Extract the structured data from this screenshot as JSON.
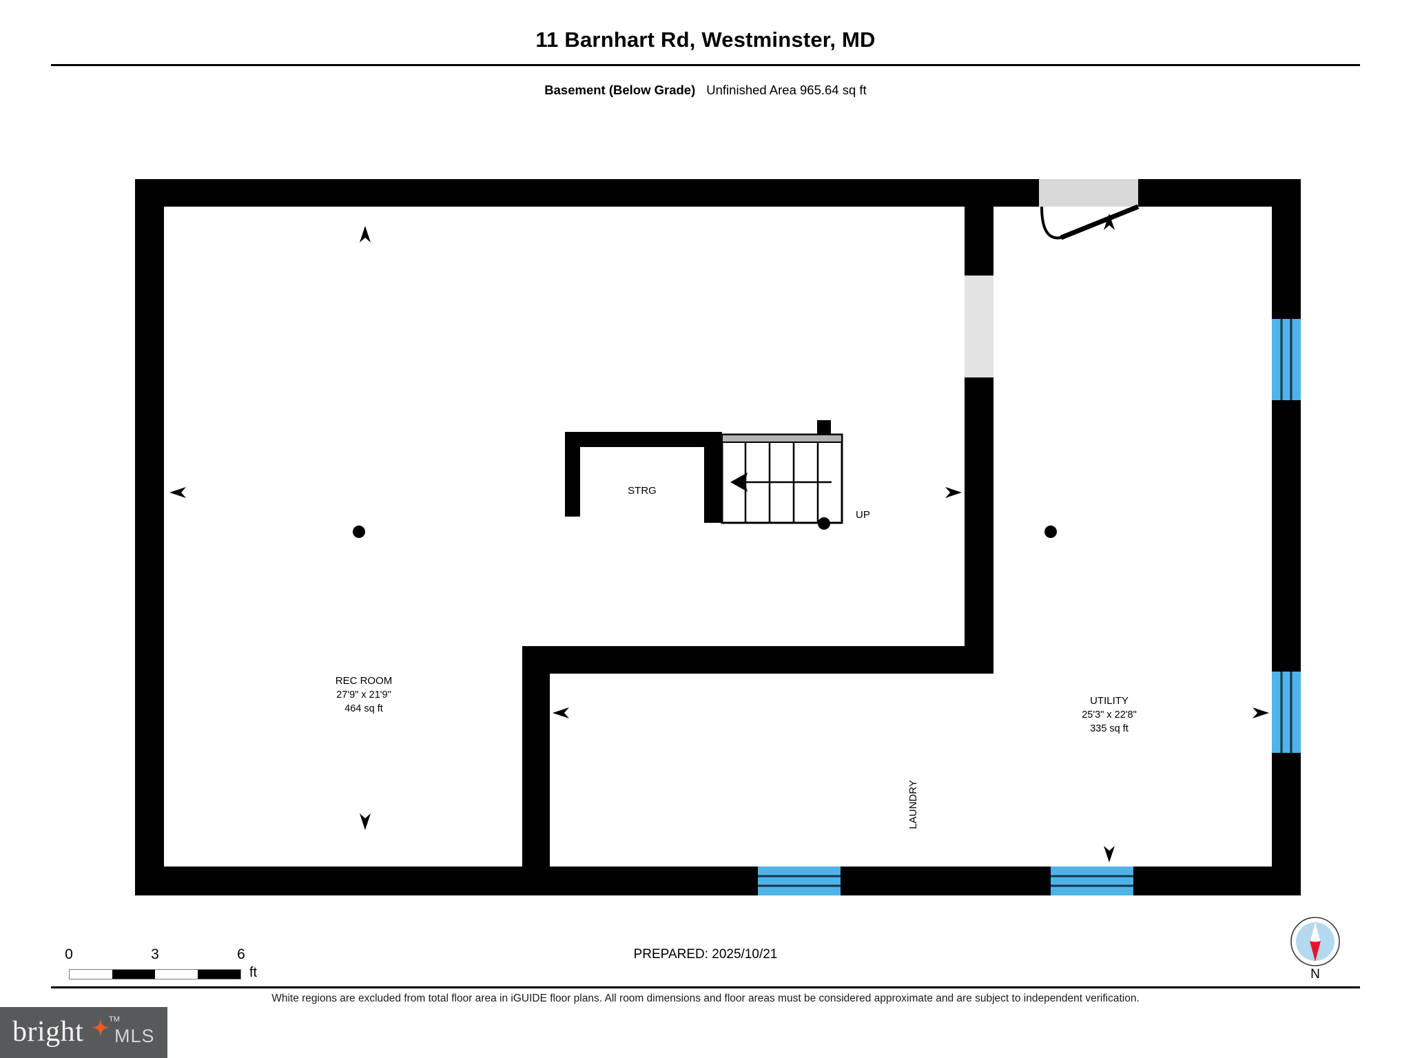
{
  "header": {
    "title": "11 Barnhart Rd, Westminster, MD",
    "level_label": "Basement (Below Grade)",
    "area_label": "Unfinished Area 965.64 sq ft"
  },
  "floorplan": {
    "rooms": [
      {
        "name": "REC ROOM",
        "dimensions": "27'9\" x 21'9\"",
        "area": "464 sq ft"
      },
      {
        "name": "UTILITY",
        "dimensions": "25'3\" x 22'8\"",
        "area": "335 sq ft"
      }
    ],
    "labels": {
      "storage": "STRG",
      "stairs_direction": "UP",
      "laundry": "LAUNDRY"
    },
    "colors": {
      "wall": "#000000",
      "window": "#4FB3E8",
      "window_divider": "#12354d",
      "door_fill": "#d9d9d9",
      "stair_nosing": "#b3b3b3",
      "background": "#ffffff"
    },
    "stairs": {
      "risers": 5
    }
  },
  "scale": {
    "ticks": [
      "0",
      "3",
      "6"
    ],
    "unit": "ft",
    "segments": [
      "white",
      "black",
      "white",
      "black"
    ]
  },
  "prepared": {
    "text": "PREPARED: 2025/10/21"
  },
  "compass": {
    "north_label": "N",
    "needle_color": "#e8152a",
    "dial_color": "#b3d9ef"
  },
  "disclaimer": {
    "text": "White regions are excluded from total floor area in iGUIDE floor plans. All room dimensions and floor areas must be considered approximate and are subject to independent verification."
  },
  "logo": {
    "word": "bright",
    "tm": "TM",
    "suffix": "MLS",
    "star_color": "#f05a28",
    "background": "#58595b"
  }
}
